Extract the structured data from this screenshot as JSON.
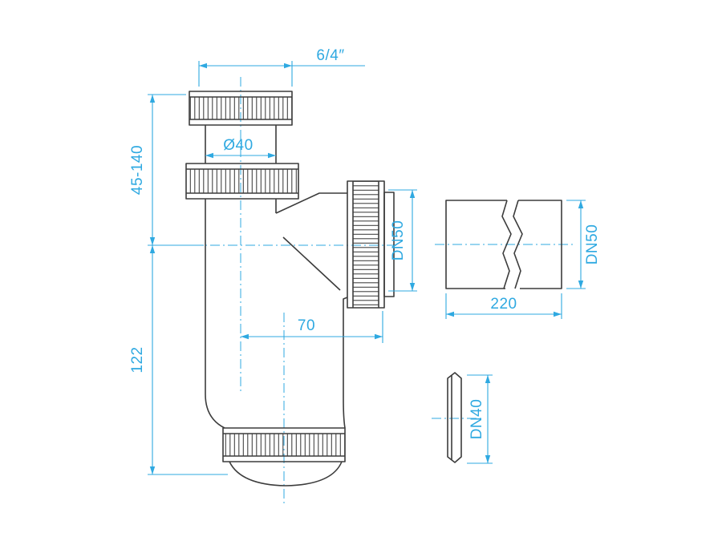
{
  "drawing": {
    "type": "technical-dimension-drawing",
    "subject": "bottle trap siphon with outlet pipe section and cone washer"
  },
  "colors": {
    "dim": "#2fa9e1",
    "outline": "#3c3c3c",
    "bg": "#ffffff"
  },
  "labels": {
    "top_thread": "6/4″",
    "inlet_diameter": "Ø40",
    "adjustable_height": "45-140",
    "body_height": "122",
    "outlet_diameter": "DN50",
    "outlet_length": "70",
    "pipe_length": "220",
    "pipe_diameter": "DN50",
    "washer_diameter": "DN40"
  }
}
